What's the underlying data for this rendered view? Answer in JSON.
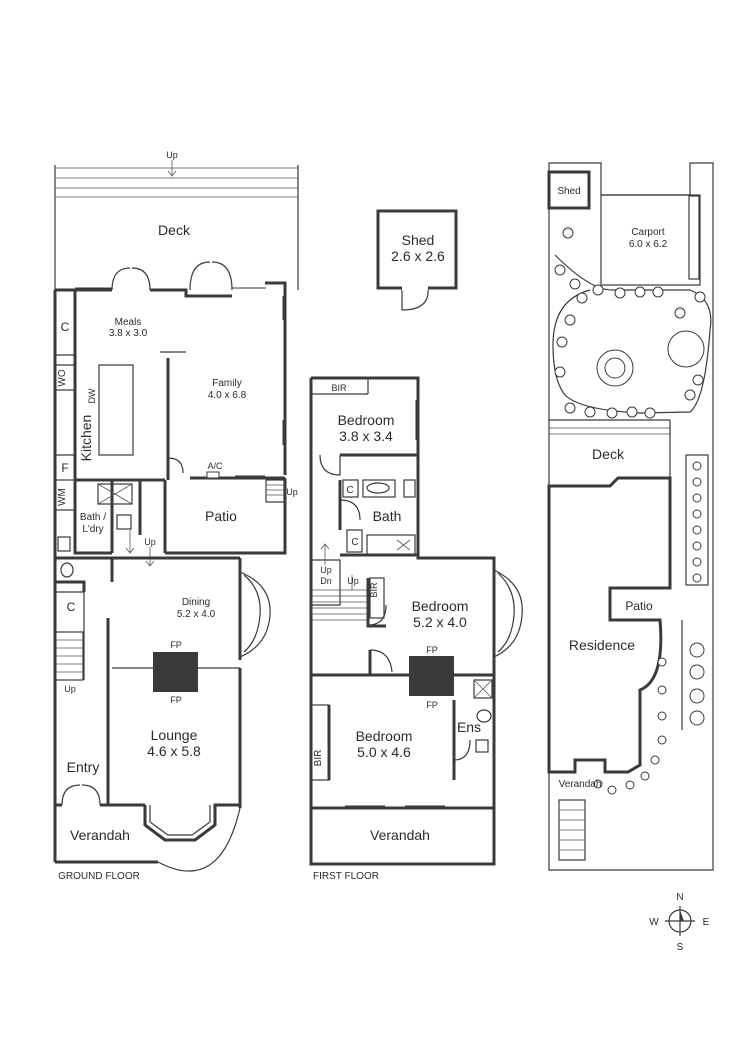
{
  "ground_floor": {
    "caption": "GROUND FLOOR",
    "deck": "Deck",
    "up_top": "Up",
    "meals": {
      "name": "Meals",
      "dims": "3.8 x 3.0"
    },
    "family": {
      "name": "Family",
      "dims": "4.0 x 6.8"
    },
    "kitchen": "Kitchen",
    "c1": "C",
    "wo": "WO",
    "dw": "DW",
    "f": "F",
    "wm": "WM",
    "ac": "A/C",
    "patio": "Patio",
    "up_patio": "Up",
    "bath": "Bath /",
    "ldry": "L'dry",
    "up_hall": "Up",
    "dining": {
      "name": "Dining",
      "dims": "5.2 x 4.0"
    },
    "c2": "C",
    "fp1": "FP",
    "fp2": "FP",
    "up_stair": "Up",
    "lounge": {
      "name": "Lounge",
      "dims": "4.6 x 5.8"
    },
    "entry": "Entry",
    "verandah": "Verandah"
  },
  "shed": {
    "name": "Shed",
    "dims": "2.6 x 2.6"
  },
  "first_floor": {
    "caption": "FIRST FLOOR",
    "bir1": "BIR",
    "bed1": {
      "name": "Bedroom",
      "dims": "3.8 x 3.4"
    },
    "c1": "C",
    "bath": "Bath",
    "c2": "C",
    "up1": "Up",
    "dn": "Dn",
    "up2": "Up",
    "bir2": "BIR",
    "bed2": {
      "name": "Bedroom",
      "dims": "5.2 x 4.0"
    },
    "fp1": "FP",
    "fp2": "FP",
    "ens": "Ens",
    "bir3": "BIR",
    "bed3": {
      "name": "Bedroom",
      "dims": "5.0 x 4.6"
    },
    "verandah": "Verandah"
  },
  "site": {
    "shed": "Shed",
    "carport": {
      "name": "Carport",
      "dims": "6.0 x 6.2"
    },
    "deck": "Deck",
    "patio": "Patio",
    "residence": "Residence",
    "verandah": "Verandah"
  },
  "compass": {
    "n": "N",
    "s": "S",
    "e": "E",
    "w": "W"
  }
}
